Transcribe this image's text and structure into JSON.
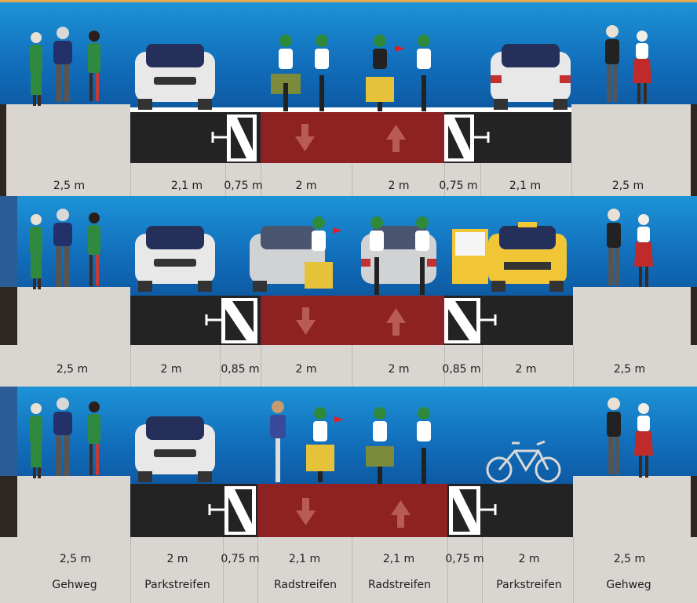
{
  "colors": {
    "sky_top": "#1c8fd0",
    "sky_bottom": "#0f5ea6",
    "tarmac": "#232323",
    "bike_lane": "#8e2222",
    "sidewalk": "#d9d5d0",
    "border_accent": "#e5a94f",
    "curb_dark": "#2e2620"
  },
  "icons": [
    "pedestrian-icon",
    "car-icon",
    "cyclist-icon",
    "cargo-bike-icon",
    "taxi-icon",
    "bicycle-icon",
    "arrow-up-icon",
    "arrow-down-icon",
    "hatched-marking-icon"
  ],
  "sections": [
    {
      "widths": [
        "2,5 m",
        "2,1 m",
        "0,75 m",
        "2 m",
        "2 m",
        "0,75 m",
        "2,1 m",
        "2,5 m"
      ]
    },
    {
      "widths": [
        "2,5 m",
        "2 m",
        "0,85 m",
        "2 m",
        "2 m",
        "0,85 m",
        "2 m",
        "2,5 m"
      ]
    },
    {
      "widths": [
        "2,5 m",
        "2 m",
        "0,75 m",
        "2,1 m",
        "2,1 m",
        "0,75 m",
        "2 m",
        "2,5 m"
      ],
      "names": [
        "Gehweg",
        "Parkstreifen",
        "",
        "Radstreifen",
        "Radstreifen",
        "",
        "Parkstreifen",
        "Gehweg"
      ]
    }
  ]
}
